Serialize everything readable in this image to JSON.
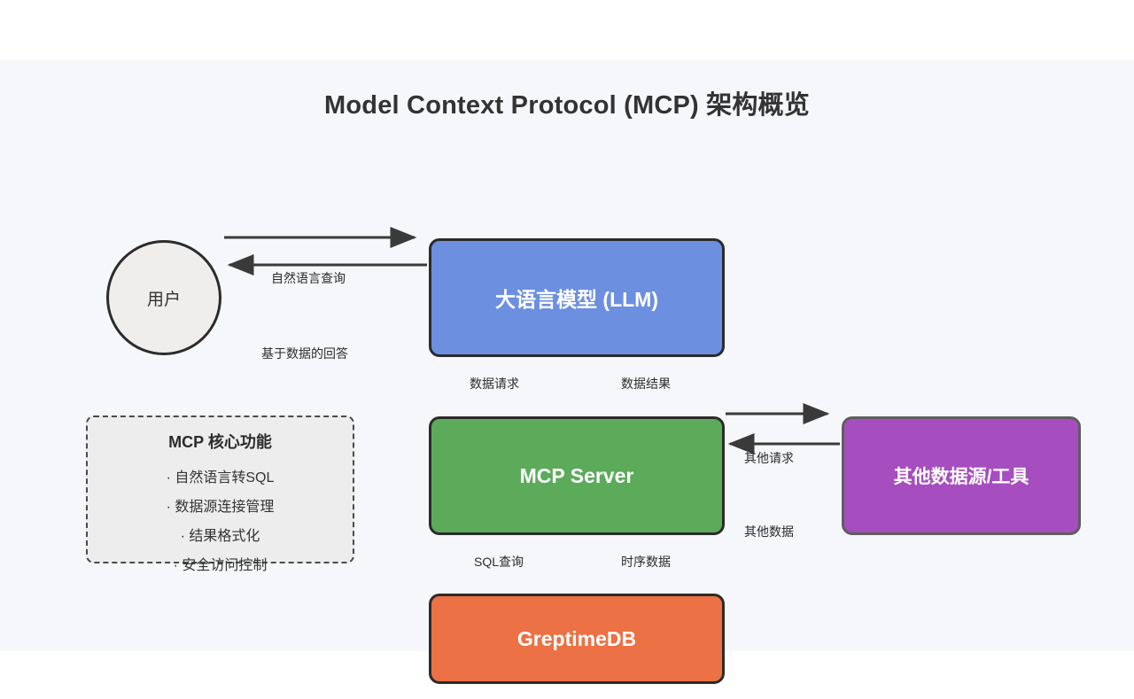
{
  "page": {
    "background": "#ffffff",
    "canvas_background": "#f6f7fa"
  },
  "title": "Model Context Protocol (MCP) 架构概览",
  "nodes": {
    "user": {
      "label": "用户",
      "shape": "circle",
      "fill": "#efeeec",
      "stroke": "#2b2b2b"
    },
    "llm": {
      "label": "大语言模型 (LLM)",
      "shape": "rounded-rect",
      "fill": "#6c8fe0",
      "stroke": "#2b2b2b",
      "text_color": "#ffffff"
    },
    "mcp_server": {
      "label": "MCP Server",
      "shape": "rounded-rect",
      "fill": "#5cab5b",
      "stroke": "#2b2b2b",
      "text_color": "#ffffff"
    },
    "greptimedb": {
      "label": "GreptimeDB",
      "shape": "rounded-rect",
      "fill": "#ec7144",
      "stroke": "#2b2b2b",
      "text_color": "#ffffff"
    },
    "other_sources": {
      "label": "其他数据源/工具",
      "shape": "rounded-rect",
      "fill": "#a64dbf",
      "stroke": "#5e5e5e",
      "text_color": "#ffffff"
    }
  },
  "info_box": {
    "title": "MCP 核心功能",
    "items": [
      "· 自然语言转SQL",
      "· 数据源连接管理",
      "· 结果格式化",
      "· 安全访问控制"
    ],
    "fill": "#ededed",
    "stroke": "#4a4a4a",
    "stroke_style": "dashed"
  },
  "edges": [
    {
      "id": "user-to-llm",
      "label": "自然语言查询",
      "from": "user",
      "to": "llm",
      "direction": "right"
    },
    {
      "id": "llm-to-user",
      "label": "基于数据的回答",
      "from": "llm",
      "to": "user",
      "direction": "left"
    },
    {
      "id": "llm-to-mcp",
      "label": "数据请求",
      "from": "llm",
      "to": "mcp_server",
      "direction": "down"
    },
    {
      "id": "mcp-to-llm",
      "label": "数据结果",
      "from": "mcp_server",
      "to": "llm",
      "direction": "up"
    },
    {
      "id": "mcp-to-db",
      "label": "SQL查询",
      "from": "mcp_server",
      "to": "greptimedb",
      "direction": "down"
    },
    {
      "id": "db-to-mcp",
      "label": "时序数据",
      "from": "greptimedb",
      "to": "mcp_server",
      "direction": "up"
    },
    {
      "id": "mcp-to-other",
      "label": "其他请求",
      "from": "mcp_server",
      "to": "other_sources",
      "direction": "right"
    },
    {
      "id": "other-to-mcp",
      "label": "其他数据",
      "from": "other_sources",
      "to": "mcp_server",
      "direction": "left"
    }
  ]
}
